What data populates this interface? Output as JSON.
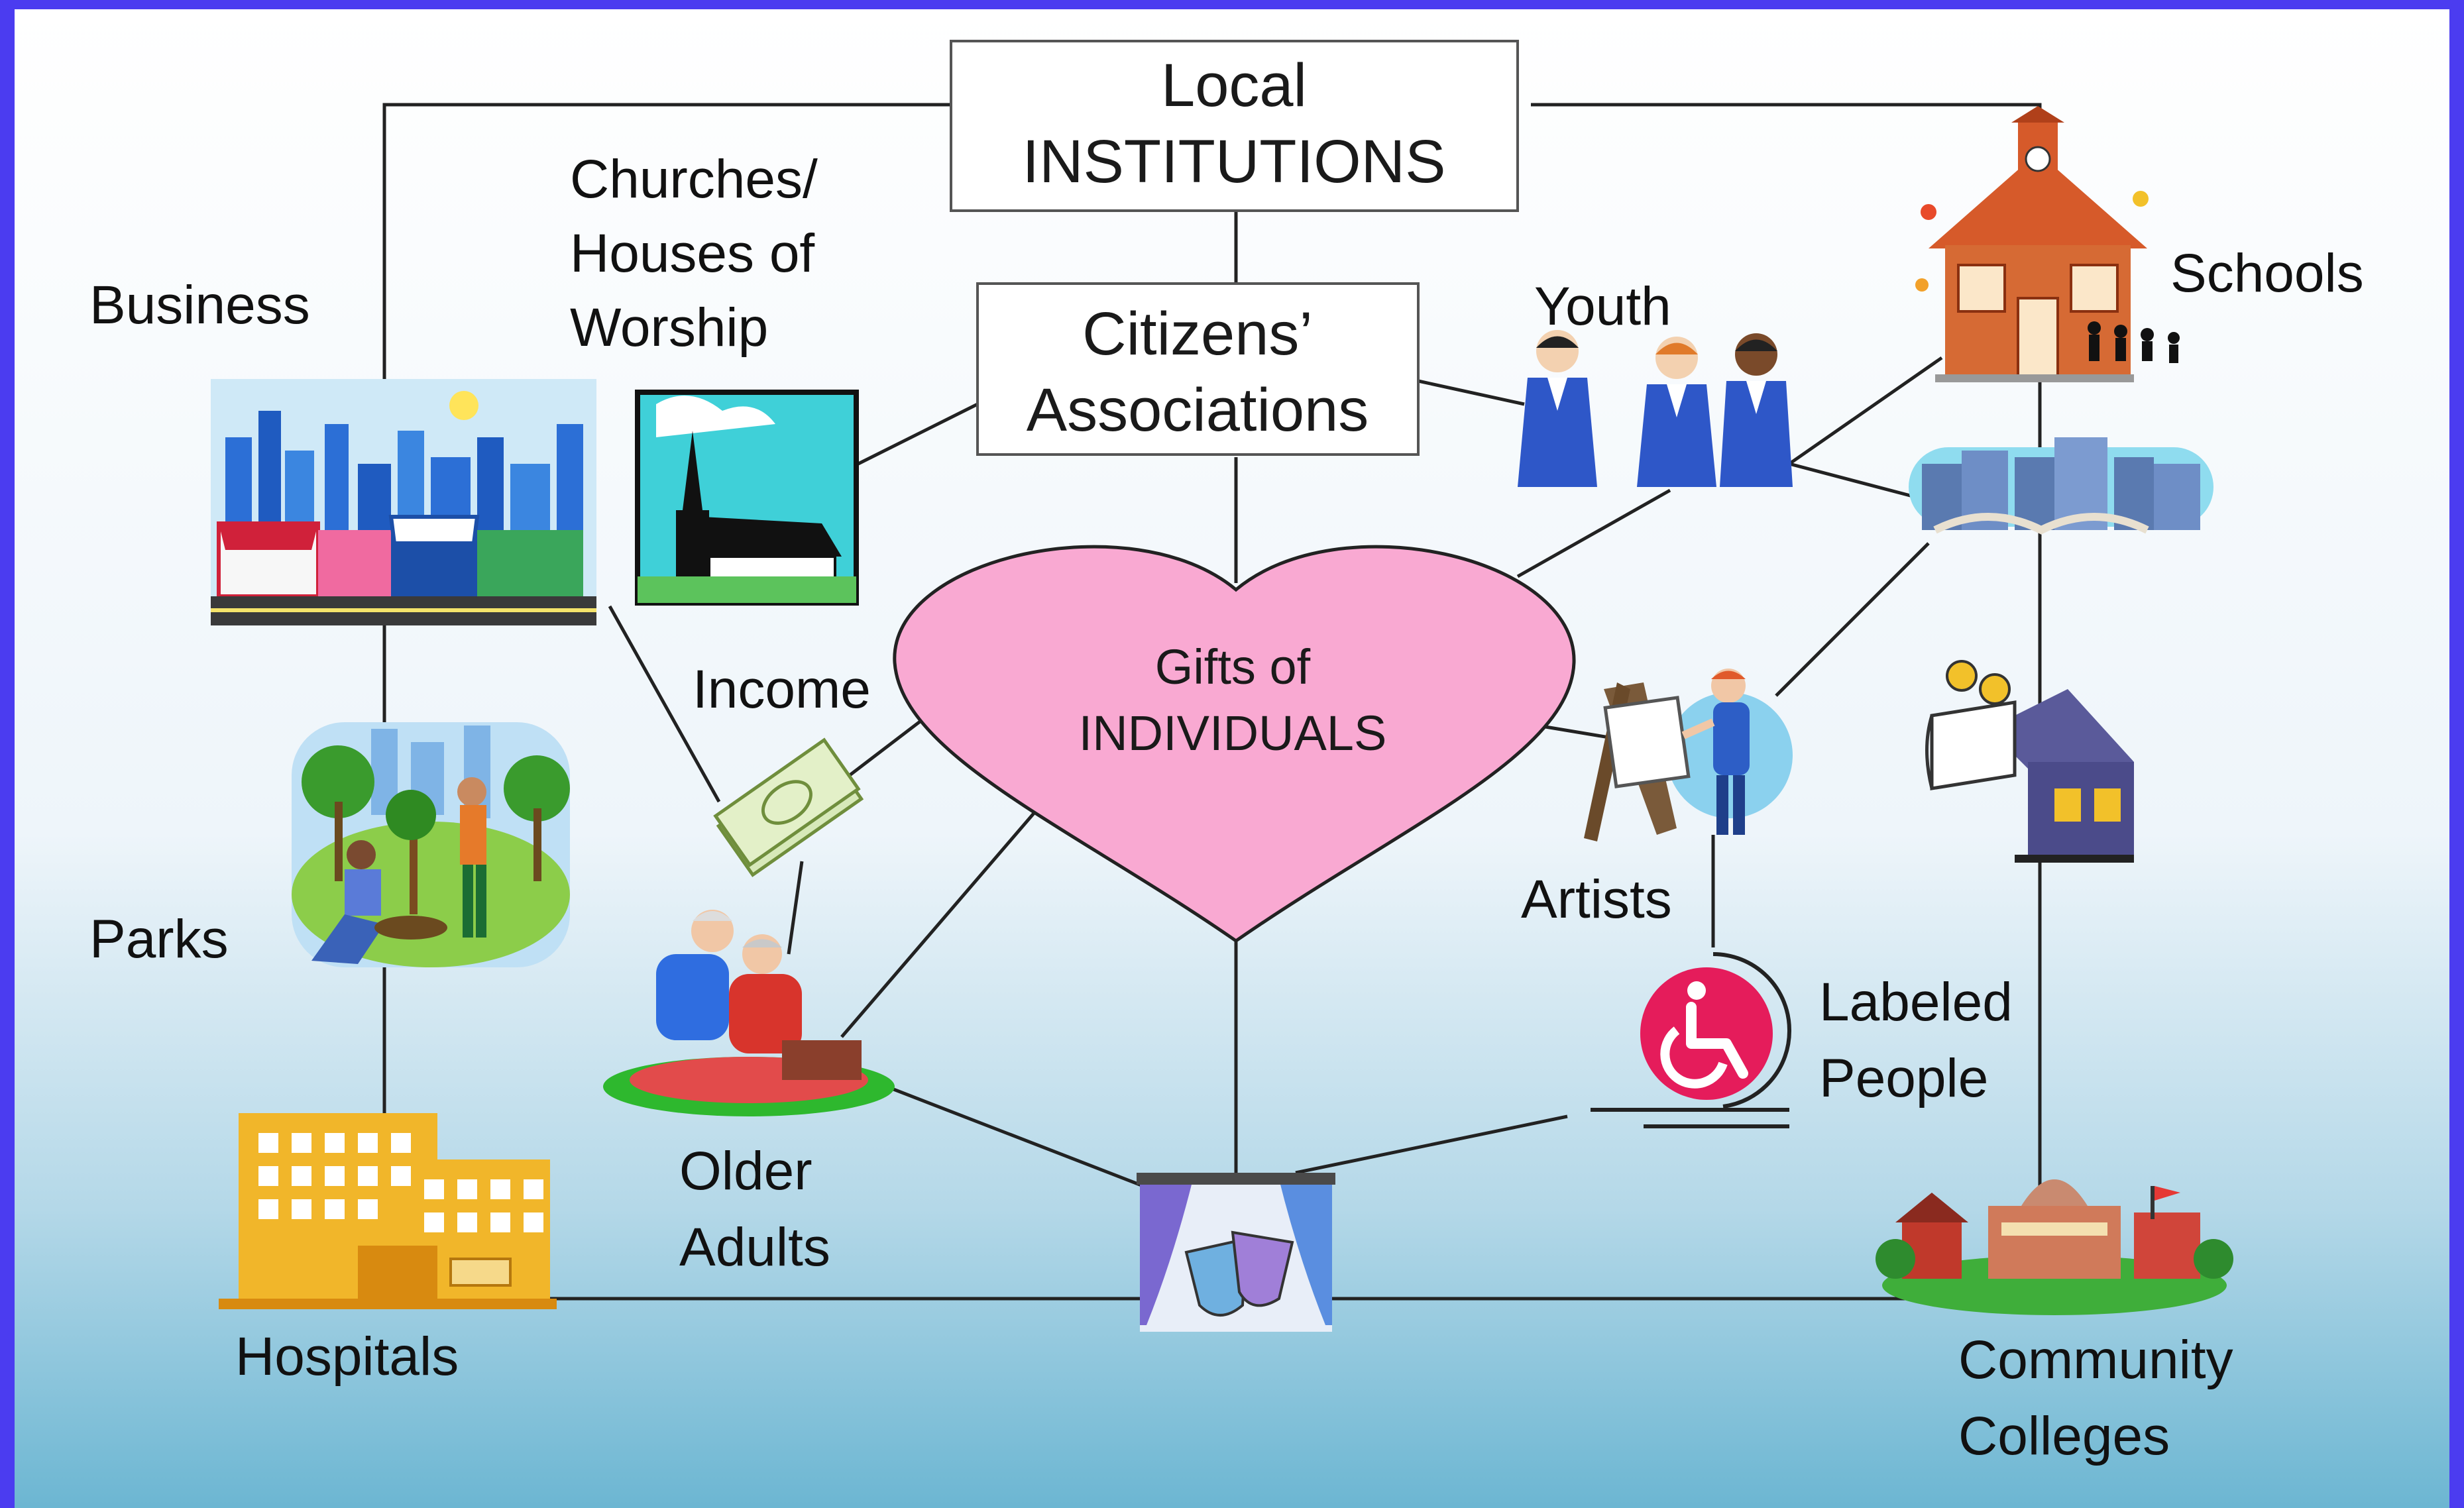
{
  "boxes": {
    "local_institutions": [
      "Local",
      "INSTITUTIONS"
    ],
    "citizens_associations": [
      "Citizens’",
      "Associations"
    ]
  },
  "heart": [
    "Gifts of",
    "INDIVIDUALS"
  ],
  "labels": {
    "business": "Business",
    "churches": [
      "Churches/",
      "Houses of",
      "Worship"
    ],
    "parks": "Parks",
    "hospitals": "Hospitals",
    "income": "Income",
    "older_adults": [
      "Older",
      "Adults"
    ],
    "youth": "Youth",
    "schools": "Schools",
    "artists": "Artists",
    "labeled_people": [
      "Labeled",
      "People"
    ],
    "community_colleges": [
      "Community",
      "Colleges"
    ]
  },
  "icons": {
    "business": "storefront-city-icon",
    "churches": "church-icon",
    "parks": "park-planting-icon",
    "hospitals": "hospital-icon",
    "income": "money-stack-icon",
    "older_adults": "picnic-couple-icon",
    "youth": "youth-group-icon",
    "schools": "schoolhouse-icon",
    "city_skyline": "city-skyline-icon",
    "library": "library-book-icon",
    "artists": "painter-easel-icon",
    "labeled_people": "wheelchair-icon",
    "theater": "theater-masks-icon",
    "community_colleges": "college-campus-icon"
  },
  "colors": {
    "frame": "#4b3cf0",
    "heart_fill": "#f9a9d2",
    "line": "#222222"
  }
}
